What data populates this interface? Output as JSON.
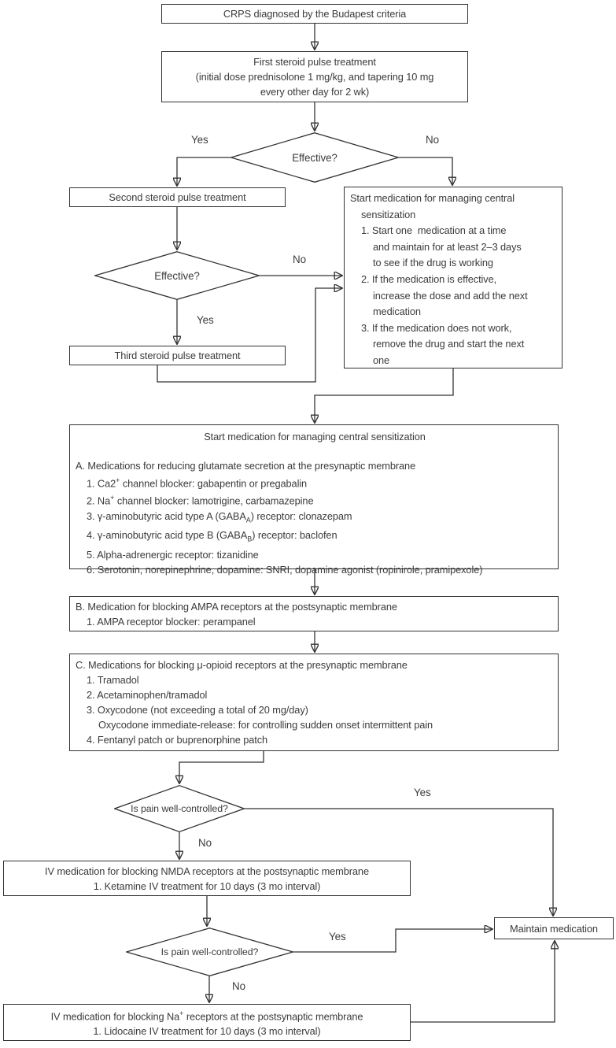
{
  "flowchart": {
    "nodes": {
      "crps": {
        "text": "CRPS diagnosed by the Budapest criteria"
      },
      "first_steroid": {
        "lines": [
          "First steroid pulse treatment",
          "(initial dose prednisolone 1 mg/kg, and tapering 10 mg",
          "every other day for 2 wk)"
        ]
      },
      "second_steroid": {
        "text": "Second steroid pulse treatment"
      },
      "third_steroid": {
        "text": "Third steroid pulse treatment"
      },
      "central_sensitization": {
        "lines": [
          [
            0,
            "Start medication for managing central"
          ],
          [
            1,
            "sensitization"
          ],
          [
            1,
            "1. Start one  medication at a time"
          ],
          [
            2,
            "and maintain for at least 2–3 days"
          ],
          [
            2,
            "to see if the drug is working"
          ],
          [
            1,
            "2. If the medication is effective,"
          ],
          [
            2,
            "increase the dose and add the next"
          ],
          [
            2,
            "medication"
          ],
          [
            1,
            "3. If the medication does not work,"
          ],
          [
            2,
            "remove the drug and start the next"
          ],
          [
            2,
            "one"
          ]
        ]
      },
      "med_a": {
        "title": "Start medication for managing central sensitization",
        "lines": [
          [
            0,
            "A. Medications for reducing glutamate secretion at the presynaptic membrane"
          ],
          [
            1,
            "1. Ca2^{+} channel blocker: gabapentin or pregabalin"
          ],
          [
            1,
            "2. Na^{+} channel blocker: lamotrigine, carbamazepine"
          ],
          [
            1,
            "3. γ-aminobutyric acid type A (GABA_{A}) receptor: clonazepam"
          ],
          [
            1,
            "4. γ-aminobutyric acid type B (GABA_{B}) receptor: baclofen"
          ],
          [
            1,
            "5. Alpha-adrenergic receptor: tizanidine"
          ],
          [
            1,
            "6. Serotonin, norepinephrine, dopamine: SNRI, dopamine agonist (ropinirole, pramipexole)"
          ]
        ]
      },
      "med_b": {
        "lines": [
          [
            0,
            "B. Medication for blocking AMPA receptors at the postsynaptic membrane"
          ],
          [
            1,
            "1. AMPA receptor blocker: perampanel"
          ]
        ]
      },
      "med_c": {
        "lines": [
          [
            0,
            "C. Medications for blocking μ-opioid receptors at the presynaptic membrane"
          ],
          [
            1,
            "1. Tramadol"
          ],
          [
            1,
            "2. Acetaminophen/tramadol"
          ],
          [
            1,
            "3. Oxycodone (not exceeding a total of 20 mg/day)"
          ],
          [
            2,
            "Oxycodone immediate-release: for controlling sudden onset intermittent pain"
          ],
          [
            1,
            "4. Fentanyl patch or buprenorphine patch"
          ]
        ]
      },
      "iv_ketamine": {
        "lines": [
          "IV medication for blocking NMDA receptors at the postsynaptic membrane",
          "1. Ketamine IV treatment for 10 days (3 mo interval)"
        ]
      },
      "iv_lidocaine": {
        "lines": [
          "IV medication for blocking Na^{+} receptors at the postsynaptic membrane",
          "1. Lidocaine IV treatment for 10 days (3 mo interval)"
        ]
      },
      "maintain": {
        "text": "Maintain medication"
      }
    },
    "decisions": {
      "effective_1": "Effective?",
      "effective_2": "Effective?",
      "pain_1": "Is pain well-controlled?",
      "pain_2": "Is pain well-controlled?"
    },
    "edge_labels": {
      "yes_1": "Yes",
      "no_1": "No",
      "no_2": "No",
      "yes_2": "Yes",
      "yes_3": "Yes",
      "no_3": "No",
      "yes_4": "Yes",
      "no_4": "No"
    }
  },
  "colors": {
    "line": "#333333",
    "text": "#3b3b3b",
    "background": "#ffffff"
  }
}
